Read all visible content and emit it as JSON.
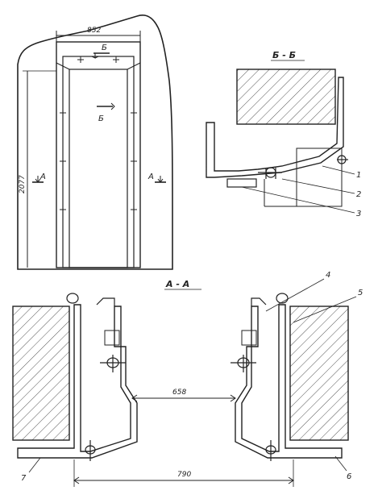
{
  "drawing": {
    "width_dim": "852",
    "height_dim": "2077",
    "section_label_b": "Б",
    "section_label_a": "А",
    "section_b_title": "Б - Б",
    "section_a_title": "А - А",
    "inner_dim": "658",
    "outer_dim": "790",
    "callouts": [
      "1",
      "2",
      "3",
      "4",
      "5",
      "6",
      "7"
    ]
  }
}
